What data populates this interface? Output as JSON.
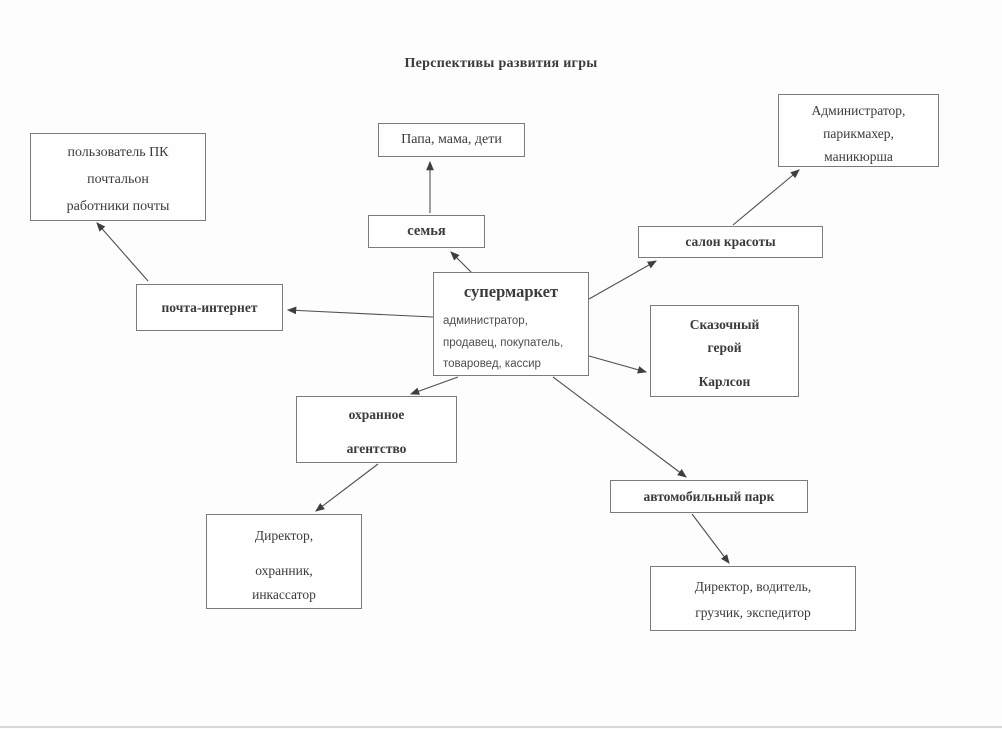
{
  "title": "Перспективы развития игры",
  "colors": {
    "ink": "#3b3b3b",
    "box_border": "#7b7b7b",
    "arrow": "#4a4a4a"
  },
  "nodes": {
    "pc_users": {
      "line1": "пользователь ПК",
      "line2": "почтальон",
      "line3": "работники почты"
    },
    "family_members": {
      "line1": "Папа, мама, дети"
    },
    "salon_staff": {
      "line1": "Администратор,",
      "line2": "парикмахер,",
      "line3": "маникюрша"
    },
    "family": {
      "line1": "семья"
    },
    "beauty_salon": {
      "line1": "салон красоты"
    },
    "post_internet": {
      "line1": "почта-интернет"
    },
    "supermarket": {
      "title": "супермаркет",
      "line1": "администратор,",
      "line2": "продавец, покупатель,",
      "line3": "товаровед, кассир"
    },
    "fairy_hero": {
      "line1": "Сказочный",
      "line2": "герой",
      "line3": "Карлсон"
    },
    "security_agency": {
      "line1": "охранное",
      "line2": "агентство"
    },
    "car_park": {
      "line1": "автомобильный парк"
    },
    "security_staff": {
      "line1": "Директор,",
      "line2": "охранник,",
      "line3": "инкассатор"
    },
    "car_park_staff": {
      "line1": "Директор, водитель,",
      "line2": "грузчик, экспедитор"
    }
  },
  "edges": [
    {
      "from": "family",
      "to": "family_members"
    },
    {
      "from": "supermarket",
      "to": "family"
    },
    {
      "from": "supermarket",
      "to": "post_internet"
    },
    {
      "from": "post_internet",
      "to": "pc_users"
    },
    {
      "from": "supermarket",
      "to": "beauty_salon"
    },
    {
      "from": "beauty_salon",
      "to": "salon_staff"
    },
    {
      "from": "supermarket",
      "to": "fairy_hero"
    },
    {
      "from": "supermarket",
      "to": "security_agency"
    },
    {
      "from": "security_agency",
      "to": "security_staff"
    },
    {
      "from": "supermarket",
      "to": "car_park"
    },
    {
      "from": "car_park",
      "to": "car_park_staff"
    }
  ]
}
